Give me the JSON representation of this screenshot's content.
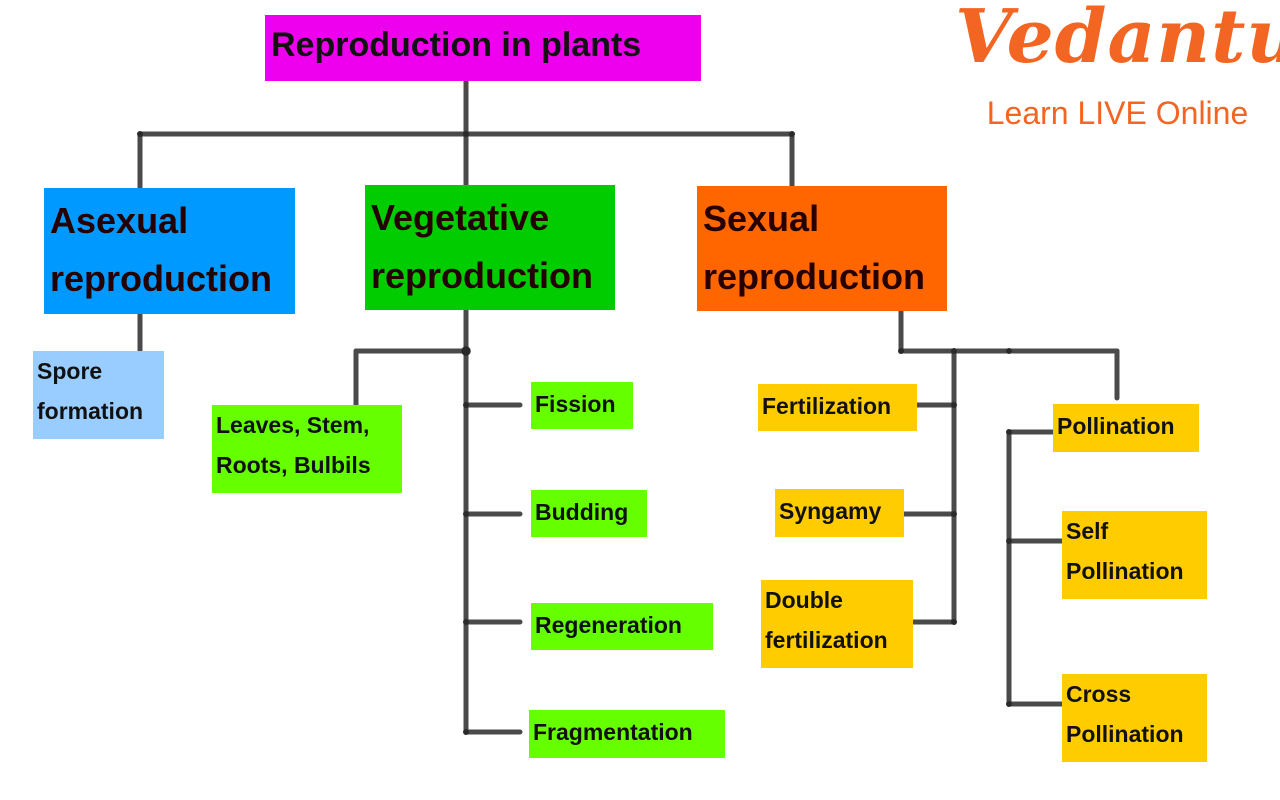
{
  "root": {
    "label": "Reproduction in plants",
    "color": "#ee00ee"
  },
  "categories": {
    "asexual": {
      "label": "Asexual\nreproduction",
      "color": "#0099ff"
    },
    "vegetative": {
      "label": "Vegetative\nreproduction",
      "color": "#00cc00"
    },
    "sexual": {
      "label": "Sexual\nreproduction",
      "color": "#ff6600"
    }
  },
  "asexual_items": [
    {
      "label": "Spore\nformation"
    }
  ],
  "vegetative_items": [
    {
      "label": "Leaves, Stem,\nRoots, Bulbils"
    },
    {
      "label": "Fission"
    },
    {
      "label": "Budding"
    },
    {
      "label": "Regeneration"
    },
    {
      "label": "Fragmentation"
    }
  ],
  "sexual_items": [
    {
      "label": "Fertilization"
    },
    {
      "label": "Syngamy"
    },
    {
      "label": "Double\nfertilization"
    }
  ],
  "pollination": {
    "label": "Pollination",
    "types": [
      {
        "label": "Self\nPollination"
      },
      {
        "label": "Cross\nPollination"
      }
    ]
  },
  "logo": {
    "word": "Vedantu",
    "tagline": "Learn LIVE Online",
    "color": "#f26522"
  }
}
